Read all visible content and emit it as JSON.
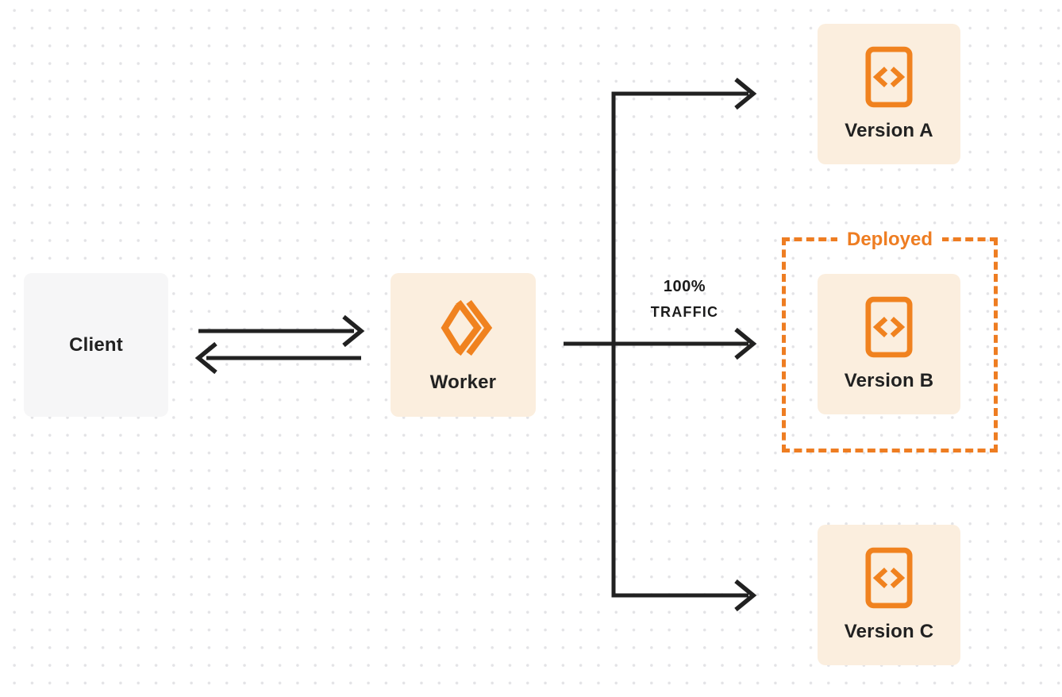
{
  "client": {
    "label": "Client"
  },
  "worker": {
    "label": "Worker"
  },
  "traffic": {
    "line1": "100%",
    "line2": "TRAFFIC"
  },
  "deployed": {
    "label": "Deployed"
  },
  "versions": [
    {
      "label": "Version A"
    },
    {
      "label": "Version B"
    },
    {
      "label": "Version C"
    }
  ],
  "icons": {
    "worker": "workers-logo-icon",
    "version": "code-file-icon"
  },
  "colors": {
    "accent_orange": "#EE7D22",
    "icon_orange": "#F0821F",
    "node_cream": "#FBEEDE",
    "node_gray": "#F6F6F7",
    "line_dark": "#212121",
    "dot_grid": "#E3E3E6"
  }
}
